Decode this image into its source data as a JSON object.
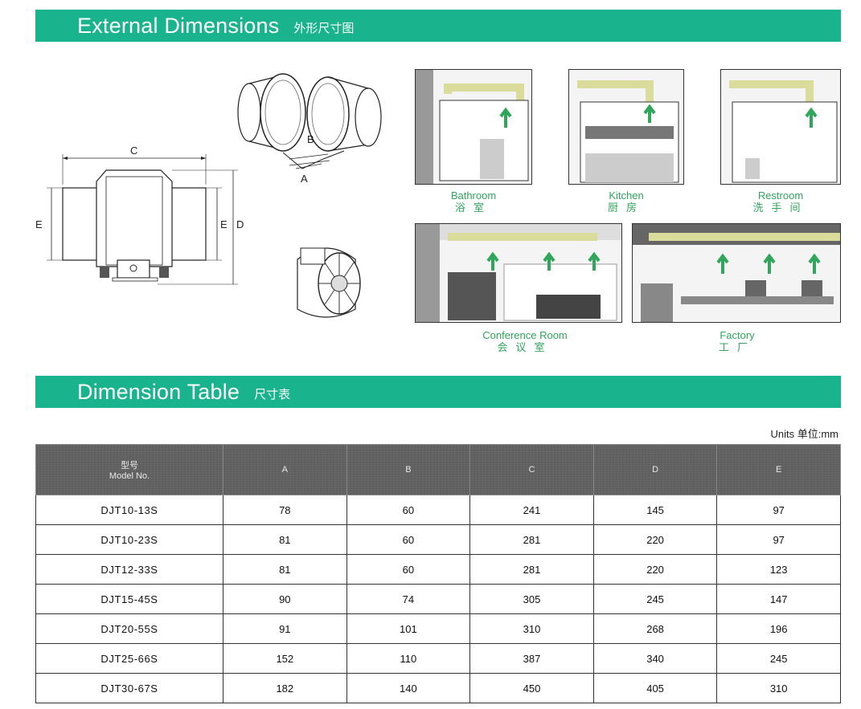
{
  "section1": {
    "title_en": "External Dimensions",
    "title_cn": "外形尺寸图"
  },
  "dim_labels": {
    "c": "C",
    "e": "E",
    "d": "D",
    "a": "A",
    "b": "B"
  },
  "scenes": [
    {
      "id": "bathroom",
      "en": "Bathroom",
      "cn": "浴室"
    },
    {
      "id": "kitchen",
      "en": "Kitchen",
      "cn": "厨房"
    },
    {
      "id": "restroom",
      "en": "Restroom",
      "cn": "洗手间"
    },
    {
      "id": "conference",
      "en": "Conference Room",
      "cn": "会议室"
    },
    {
      "id": "factory",
      "en": "Factory",
      "cn": "工厂"
    }
  ],
  "section2": {
    "title_en": "Dimension Table",
    "title_cn": "尺寸表"
  },
  "units": "Units 单位:mm",
  "table": {
    "header_model_cn": "型号",
    "header_model_en": "Model No.",
    "columns": [
      "A",
      "B",
      "C",
      "D",
      "E"
    ],
    "rows": [
      {
        "model": "DJT10-13S",
        "values": [
          "78",
          "60",
          "241",
          "145",
          "97"
        ]
      },
      {
        "model": "DJT10-23S",
        "values": [
          "81",
          "60",
          "281",
          "220",
          "97"
        ]
      },
      {
        "model": "DJT12-33S",
        "values": [
          "81",
          "60",
          "281",
          "220",
          "123"
        ]
      },
      {
        "model": "DJT15-45S",
        "values": [
          "90",
          "74",
          "305",
          "245",
          "147"
        ]
      },
      {
        "model": "DJT20-55S",
        "values": [
          "91",
          "101",
          "310",
          "268",
          "196"
        ]
      },
      {
        "model": "DJT25-66S",
        "values": [
          "152",
          "110",
          "387",
          "340",
          "245"
        ]
      },
      {
        "model": "DJT30-67S",
        "values": [
          "182",
          "140",
          "450",
          "405",
          "310"
        ]
      }
    ]
  },
  "colors": {
    "banner": "#19b48d",
    "caption": "#2fa65a",
    "header": "#606060",
    "duct": "#d9dc9a"
  }
}
